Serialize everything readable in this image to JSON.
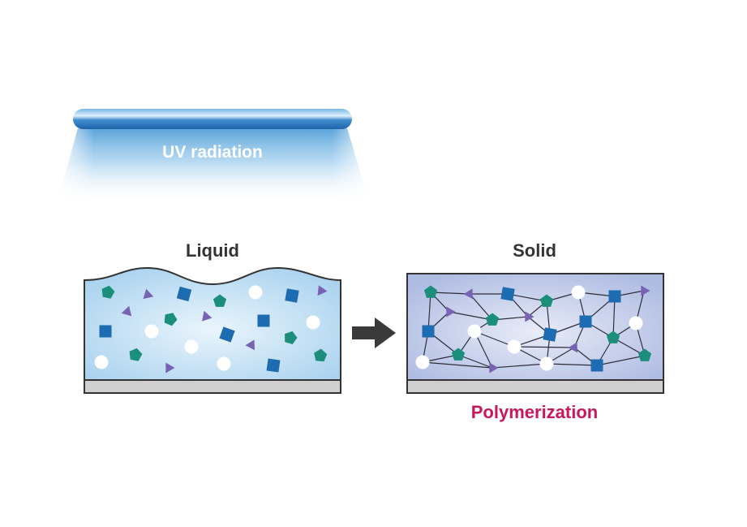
{
  "uv": {
    "label": "UV radiation"
  },
  "liquid": {
    "label": "Liquid"
  },
  "solid": {
    "label": "Solid",
    "process_label": "Polymerization"
  },
  "colors": {
    "uv_tube": "#2f7fc4",
    "uv_glow": "#5aa7da",
    "liquid_fill": "#a9d2ef",
    "solid_fill": "#b7c3e6",
    "substrate": "#cfcfcf",
    "outline": "#333333",
    "square": "#1d6bb0",
    "pentagon": "#1b8f7b",
    "triangle": "#7762b3",
    "circle": "#ffffff",
    "arrow": "#3a3a3a",
    "process_label": "#c8175d"
  },
  "icons": {
    "uv_lamp": "uv-lamp-icon",
    "arrow": "right-arrow-icon"
  }
}
